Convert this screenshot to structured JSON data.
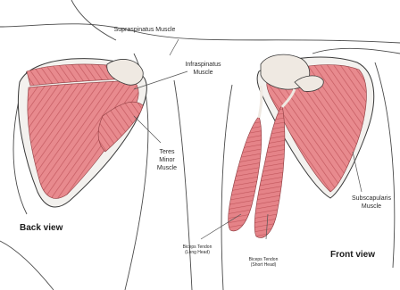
{
  "labels": {
    "supraspinatus": "Supraspinatus Muscle",
    "infraspinatus": "Infraspinatus\nMuscle",
    "teres_minor": "Teres\nMinor\nMuscle",
    "subscapularis": "Subscapularis\nMuscle",
    "biceps_long": "Biceps Tendon\n(Long Head)",
    "biceps_short": "Biceps Tendon\n(Short Head)"
  },
  "views": {
    "back": "Back view",
    "front": "Front view"
  },
  "colors": {
    "muscle": "#e8868a",
    "muscle_dark": "#c65a60",
    "outline": "#3a3a3a",
    "background": "#ffffff"
  }
}
